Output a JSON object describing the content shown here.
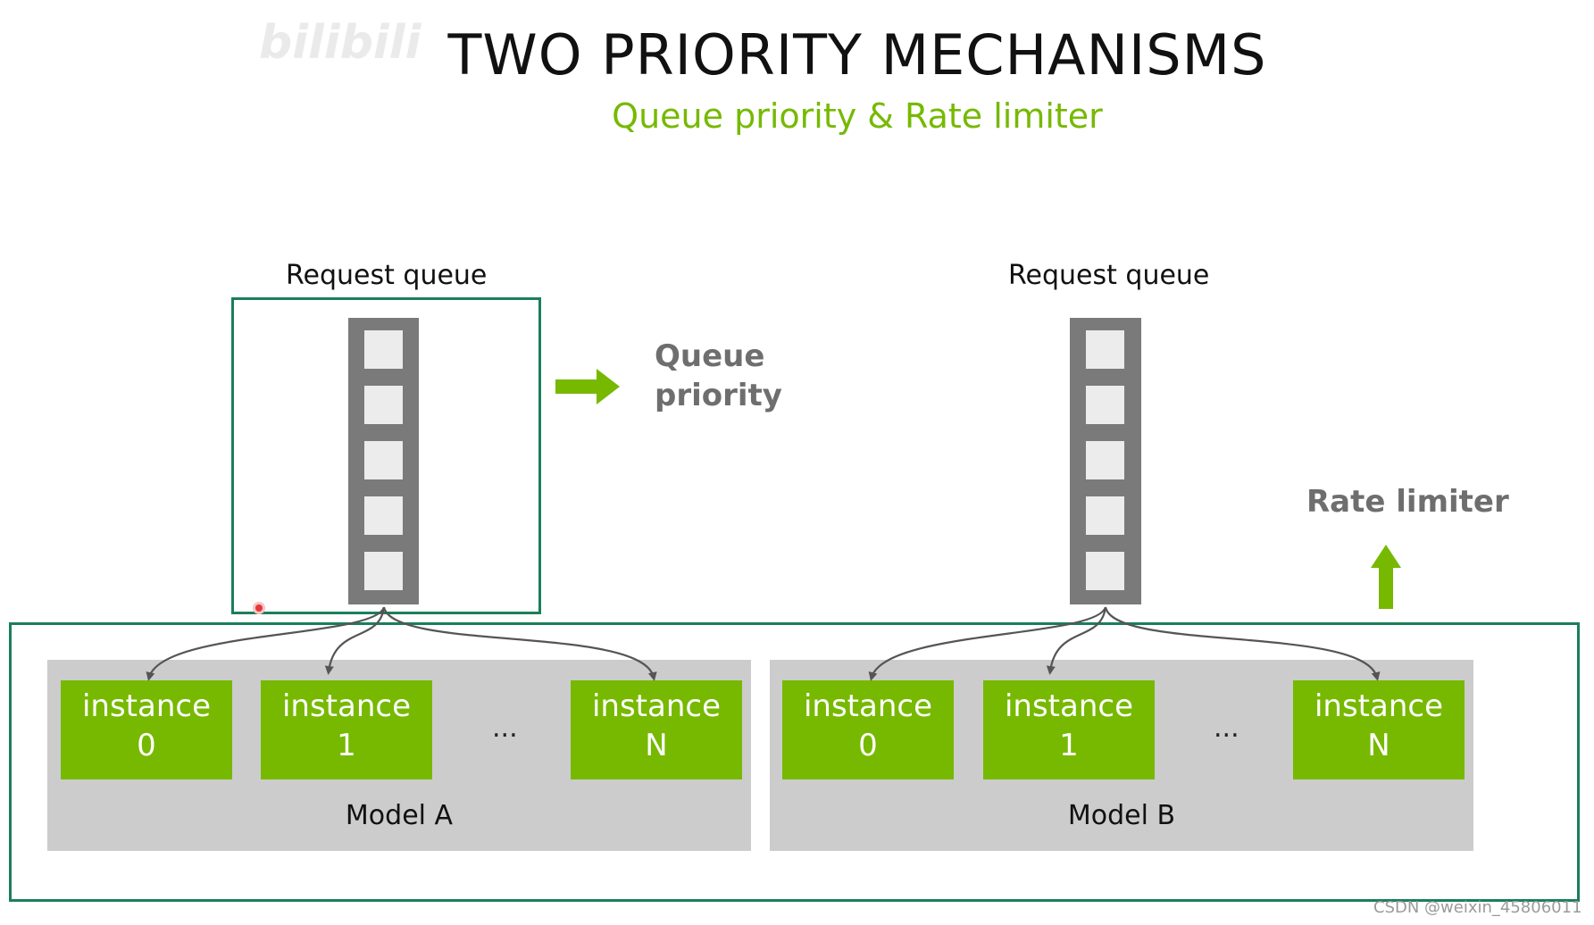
{
  "slide": {
    "title": "TWO PRIORITY MECHANISMS",
    "subtitle": "Queue priority & Rate limiter",
    "watermark": "bilibili",
    "credit": "CSDN @weixin_45806011"
  },
  "left_panel": {
    "queue_label": "Request queue",
    "side_label_line1": "Queue",
    "side_label_line2": "priority",
    "model_label": "Model A",
    "ellipsis": "...",
    "instances": [
      {
        "line1": "instance",
        "line2": "0"
      },
      {
        "line1": "instance",
        "line2": "1"
      },
      {
        "line1": "instance",
        "line2": "N"
      }
    ]
  },
  "right_panel": {
    "queue_label": "Request queue",
    "side_label": "Rate limiter",
    "model_label": "Model B",
    "ellipsis": "...",
    "instances": [
      {
        "line1": "instance",
        "line2": "0"
      },
      {
        "line1": "instance",
        "line2": "1"
      },
      {
        "line1": "instance",
        "line2": "N"
      }
    ]
  },
  "colors": {
    "accent_green": "#76b900",
    "frame_green": "#1a7f5a",
    "queue_gray": "#7a7a7a",
    "model_gray": "#cccccc"
  }
}
